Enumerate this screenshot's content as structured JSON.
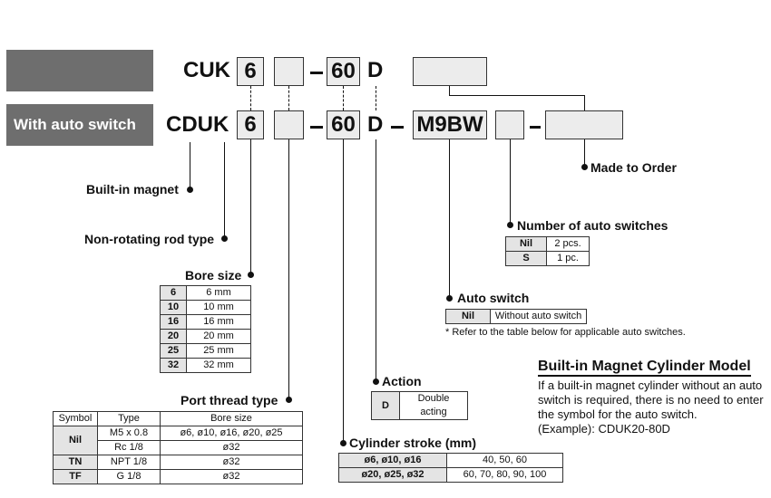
{
  "row1": {
    "prefix": "CUK",
    "bore": "6",
    "stroke": "60",
    "action": "D"
  },
  "row2": {
    "label": "With auto switch",
    "prefix": "CDUK",
    "bore": "6",
    "stroke": "60",
    "action": "D",
    "switch": "M9BW"
  },
  "labels": {
    "made_to_order": "Made to Order",
    "built_in_magnet": "Built-in magnet",
    "non_rotating": "Non-rotating rod type",
    "bore_size": "Bore size",
    "num_switches": "Number of auto switches",
    "auto_switch": "Auto switch",
    "auto_switch_note": "* Refer to the table below for applicable auto switches.",
    "action": "Action",
    "port_thread": "Port thread type",
    "cylinder_stroke": "Cylinder stroke (mm)"
  },
  "bore_table": [
    [
      "6",
      "6 mm"
    ],
    [
      "10",
      "10 mm"
    ],
    [
      "16",
      "16 mm"
    ],
    [
      "20",
      "20 mm"
    ],
    [
      "25",
      "25 mm"
    ],
    [
      "32",
      "32 mm"
    ]
  ],
  "num_switches_table": [
    [
      "Nil",
      "2 pcs."
    ],
    [
      "S",
      "1 pc."
    ]
  ],
  "auto_switch_table": [
    [
      "Nil",
      "Without auto switch"
    ]
  ],
  "action_table": [
    [
      "D",
      "Double acting"
    ]
  ],
  "port_table": {
    "headers": [
      "Symbol",
      "Type",
      "Bore size"
    ],
    "rows": [
      {
        "symbol": "Nil",
        "type": "M5 x 0.8",
        "bore": "ø6, ø10, ø16, ø20, ø25"
      },
      {
        "symbol": "",
        "type": "Rc 1/8",
        "bore": "ø32"
      },
      {
        "symbol": "TN",
        "type": "NPT 1/8",
        "bore": "ø32"
      },
      {
        "symbol": "TF",
        "type": "G 1/8",
        "bore": "ø32"
      }
    ]
  },
  "stroke_table": [
    [
      "ø6, ø10, ø16",
      "40, 50, 60"
    ],
    [
      "ø20, ø25, ø32",
      "60, 70, 80, 90, 100"
    ]
  ],
  "info": {
    "title": "Built-in Magnet Cylinder Model",
    "lines": [
      "If a built-in magnet cylinder without an auto",
      "switch is required, there is no need to enter",
      "the symbol for the auto switch.",
      "(Example): CDUK20-80D"
    ]
  }
}
